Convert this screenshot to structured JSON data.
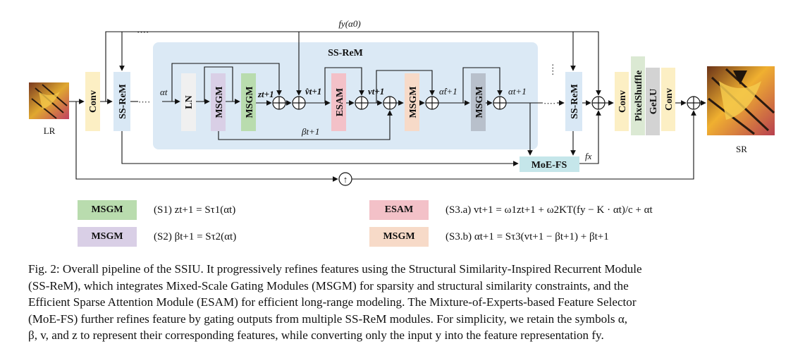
{
  "diagram": {
    "lr_label": "LR",
    "sr_label": "SR",
    "conv_label": "Conv",
    "ssrem_label": "SS-ReM",
    "ssrem_group_title": "SS-ReM",
    "ln_label": "LN",
    "msgm_label": "MSGM",
    "esam_label": "ESAM",
    "moefs_label": "MoE-FS",
    "pixelshuffle_label": "PixelShuffle",
    "gelu_label": "GeLU",
    "fy_label": "fy(α0)",
    "fx_label": "fx",
    "alpha_t": "αt",
    "z_t1": "zt+1",
    "v_hat_t1": "v̂t+1",
    "v_t1": "vt+1",
    "alpha_hat_t1": "α̂t+1",
    "alpha_t1": "αt+1",
    "beta_t1": "βt+1",
    "ellipsis": "····",
    "upsample_symbol": "↑"
  },
  "legend": [
    {
      "block": "MSGM",
      "color": "#b9dcae",
      "equation": "(S1) zt+1 = Sτ1(αt)"
    },
    {
      "block": "MSGM",
      "color": "#d9cfe6",
      "equation": "(S2) βt+1 = Sτ2(αt)"
    },
    {
      "block": "ESAM",
      "color": "#f3c1c8",
      "equation": "(S3.a) vt+1 = ω1zt+1 + ω2KT(fy − K · αt)/c + αt"
    },
    {
      "block": "MSGM",
      "color": "#f7dac8",
      "equation": "(S3.b) αt+1 = Sτ3(vt+1 − βt+1) + βt+1"
    }
  ],
  "colors": {
    "conv": "#fcefc4",
    "ssrem": "#d9e8f5",
    "ssrem_region": "#dbe9f5",
    "ln": "#f0f0f0",
    "msgm_s1": "#b9dcae",
    "msgm_s2": "#d9cfe6",
    "esam": "#f3c1c8",
    "msgm_s3b": "#f7dac8",
    "msgm_gray": "#b8c0cb",
    "moefs": "#c5e6ea",
    "pixelshuffle": "#dbe9d3",
    "gelu": "#d3d3d3"
  },
  "caption": [
    "Fig. 2: Overall pipeline of the SSIU. It progressively refines features using the Structural Similarity-Inspired Recurrent Module",
    "(SS-ReM), which integrates Mixed-Scale Gating Modules (MSGM) for sparsity and structural similarity constraints, and the",
    "Efficient Sparse Attention Module (ESAM) for efficient long-range modeling. The Mixture-of-Experts-based Feature Selector",
    "(MoE-FS) further refines feature by gating outputs from multiple SS-ReM modules. For simplicity, we retain the symbols α,",
    "β, v, and z to represent their corresponding features, while converting only the input y into the feature representation fy."
  ]
}
